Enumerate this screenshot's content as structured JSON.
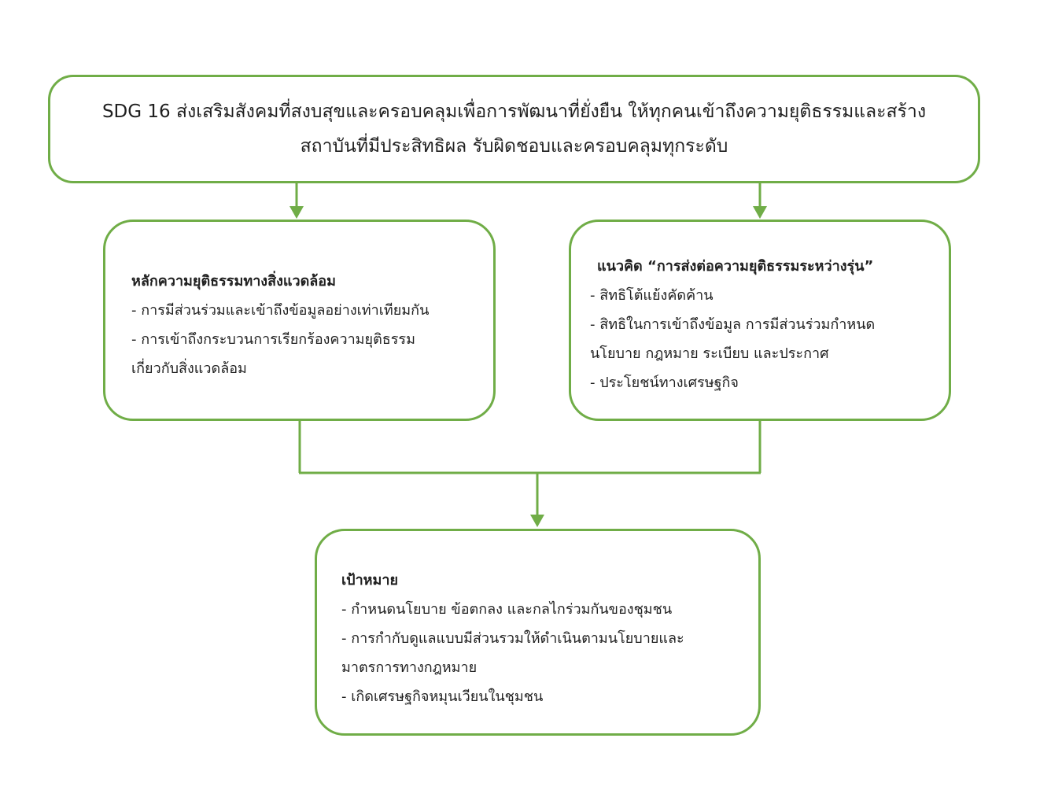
{
  "top_box": {
    "line1": "SDG 16 ส่งเสริมสังคมที่สงบสุขและครอบคลุมเพื่อการพัฒนาที่ยั่งยืน ให้ทุกคนเข้าถึงความยุติธรรมและสร้าง",
    "line2": "สถาบันที่มีประสิทธิผล รับผิดชอบและครอบคลุมทุกระดับ"
  },
  "left_box": {
    "title": "หลักความยุติธรรมทางสิ่งแวดล้อม",
    "items": [
      "- การมีส่วนร่วมและเข้าถึงข้อมูลอย่างเท่าเทียมกัน",
      "- การเข้าถึงกระบวนการเรียกร้องความยุติธรรม\nเกี่ยวกับสิ่งแวดล้อม"
    ]
  },
  "right_box": {
    "title": "แนวคิด “การส่งต่อความยุติธรรมระหว่างรุ่น”",
    "items": [
      "- สิทธิโต้แย้งคัดค้าน",
      "- สิทธิในการเข้าถึงข้อมูล การมีส่วนร่วมกำหนด\nนโยบาย กฎหมาย ระเบียบ และประกาศ",
      "- ประโยชน์ทางเศรษฐกิจ"
    ]
  },
  "bottom_box": {
    "title": "เป้าหมาย",
    "items": [
      "- กำหนดนโยบาย ข้อตกลง และกลไกร่วมกันของชุมชน",
      "- การกำกับดูแลแบบมีส่วนรวมให้ดำเนินตามนโยบายและ\nมาตรการทางกฎหมาย",
      "- เกิดเศรษฐกิจหมุนเวียนในชุมชน"
    ]
  },
  "colors": {
    "border": "#70ad47",
    "connector": "#70ad47"
  }
}
